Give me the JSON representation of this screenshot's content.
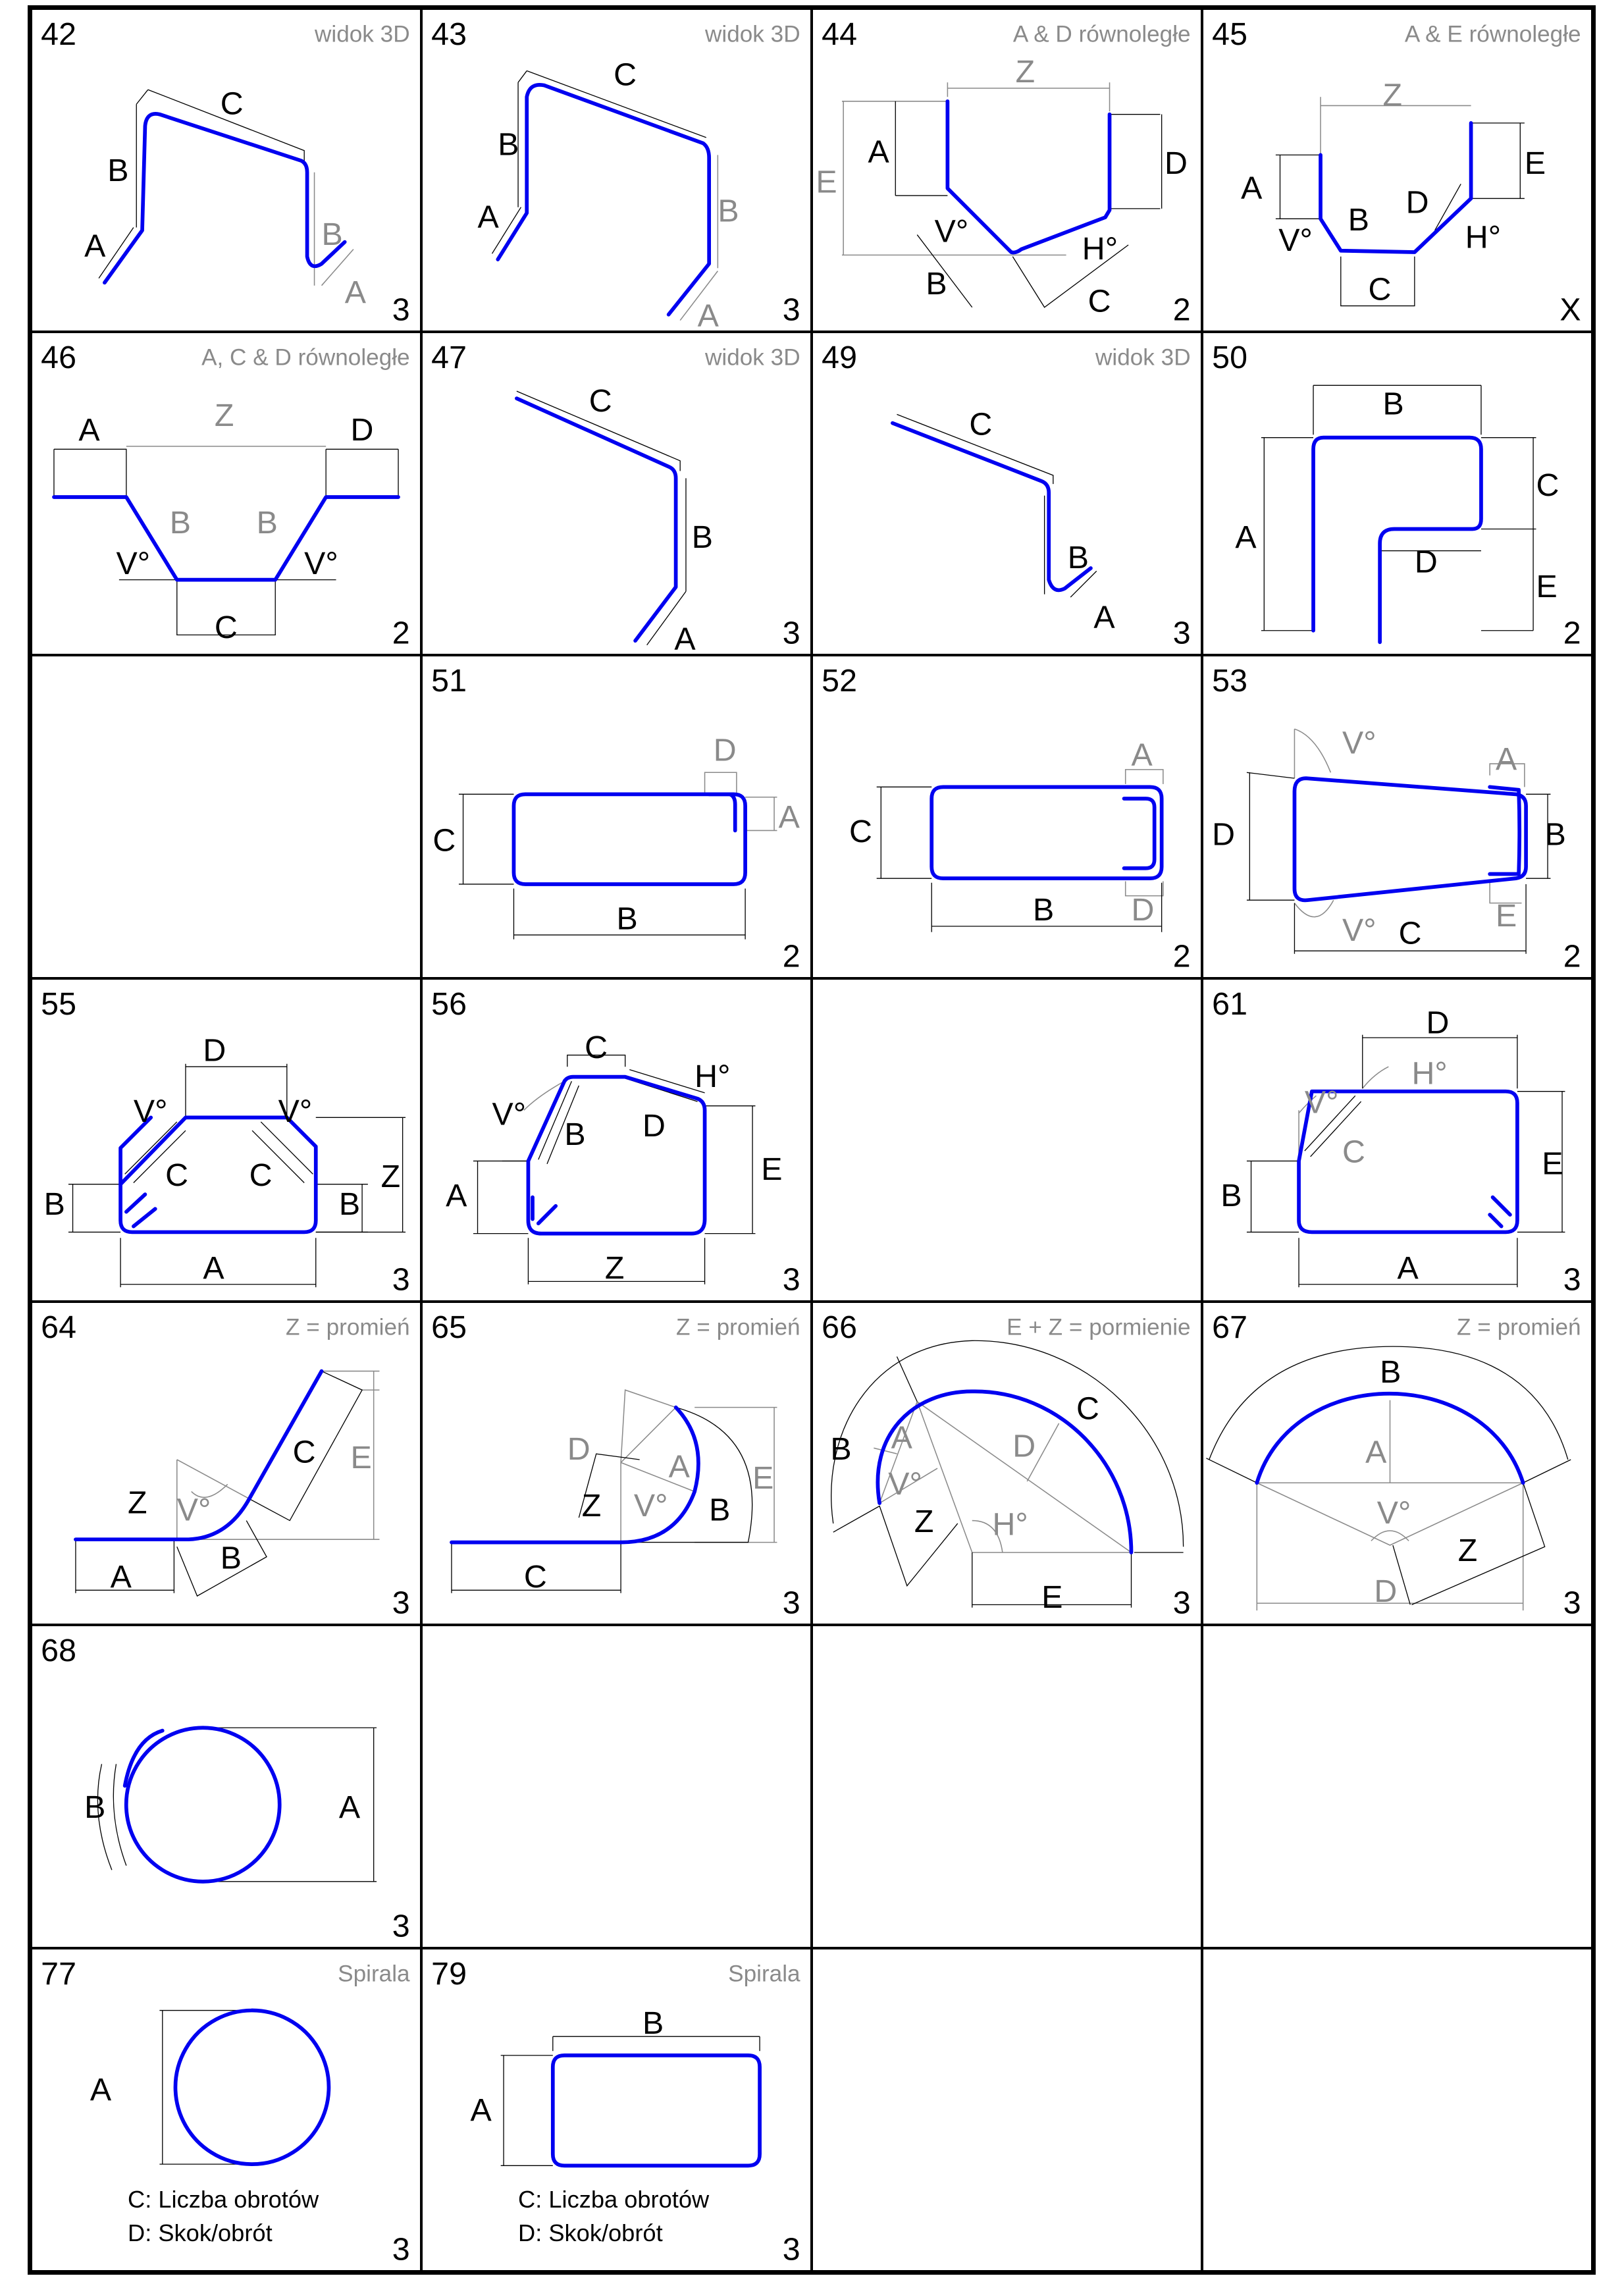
{
  "cells": [
    {
      "number": "42",
      "note": "widok 3D",
      "count": "3",
      "labels": [
        "A",
        "B",
        "C",
        "B",
        "A"
      ]
    },
    {
      "number": "43",
      "note": "widok 3D",
      "count": "3",
      "labels": [
        "A",
        "B",
        "C",
        "B",
        "A"
      ]
    },
    {
      "number": "44",
      "note": "A & D równoległe",
      "count": "2",
      "labels": [
        "Z",
        "A",
        "E",
        "D",
        "V°",
        "H°",
        "B",
        "C"
      ]
    },
    {
      "number": "45",
      "note": "A & E równoległe",
      "count": "X",
      "labels": [
        "Z",
        "A",
        "E",
        "B",
        "D",
        "V°",
        "H°",
        "C"
      ]
    },
    {
      "number": "46",
      "note": "A, C & D równoległe",
      "count": "2",
      "labels": [
        "A",
        "Z",
        "D",
        "B",
        "B",
        "V°",
        "V°",
        "C"
      ]
    },
    {
      "number": "47",
      "note": "widok 3D",
      "count": "3",
      "labels": [
        "C",
        "B",
        "A"
      ]
    },
    {
      "number": "49",
      "note": "widok 3D",
      "count": "3",
      "labels": [
        "C",
        "B",
        "A"
      ]
    },
    {
      "number": "50",
      "note": "",
      "count": "2",
      "labels": [
        "B",
        "A",
        "C",
        "D",
        "E"
      ]
    },
    {
      "number": "51",
      "note": "",
      "count": "2",
      "labels": [
        "D",
        "A",
        "C",
        "B"
      ]
    },
    {
      "number": "52",
      "note": "",
      "count": "2",
      "labels": [
        "A",
        "C",
        "B",
        "D"
      ]
    },
    {
      "number": "53",
      "note": "",
      "count": "2",
      "labels": [
        "V°",
        "A",
        "D",
        "B",
        "V°",
        "C",
        "E"
      ]
    },
    {
      "number": "55",
      "note": "",
      "count": "3",
      "labels": [
        "D",
        "V°",
        "V°",
        "C",
        "C",
        "B",
        "B",
        "Z",
        "A"
      ]
    },
    {
      "number": "56",
      "note": "",
      "count": "3",
      "labels": [
        "C",
        "H°",
        "V°",
        "B",
        "D",
        "A",
        "E",
        "Z"
      ]
    },
    {
      "number": "61",
      "note": "",
      "count": "3",
      "labels": [
        "D",
        "H°",
        "V°",
        "C",
        "E",
        "B",
        "A"
      ]
    },
    {
      "number": "64",
      "note": "Z = promień",
      "count": "3",
      "labels": [
        "C",
        "E",
        "Z",
        "V°",
        "B",
        "A"
      ]
    },
    {
      "number": "65",
      "note": "Z = promień",
      "count": "3",
      "labels": [
        "D",
        "Z",
        "V°",
        "A",
        "E",
        "B",
        "C"
      ]
    },
    {
      "number": "66",
      "note": "E + Z = pormienie",
      "count": "3",
      "labels": [
        "B",
        "A",
        "V°",
        "Z",
        "H°",
        "D",
        "C",
        "E"
      ]
    },
    {
      "number": "67",
      "note": "Z = promień",
      "count": "3",
      "labels": [
        "B",
        "A",
        "V°",
        "Z",
        "D"
      ]
    },
    {
      "number": "68",
      "note": "",
      "count": "3",
      "labels": [
        "B",
        "A"
      ]
    },
    {
      "number": "77",
      "note": "Spirala",
      "count": "3",
      "labels": [
        "A"
      ],
      "lines": [
        "C: Liczba obrotów",
        "D: Skok/obrót"
      ]
    },
    {
      "number": "79",
      "note": "Spirala",
      "count": "3",
      "labels": [
        "B",
        "A"
      ],
      "lines": [
        "C: Liczba obrotów",
        "D: Skok/obrót"
      ]
    }
  ]
}
